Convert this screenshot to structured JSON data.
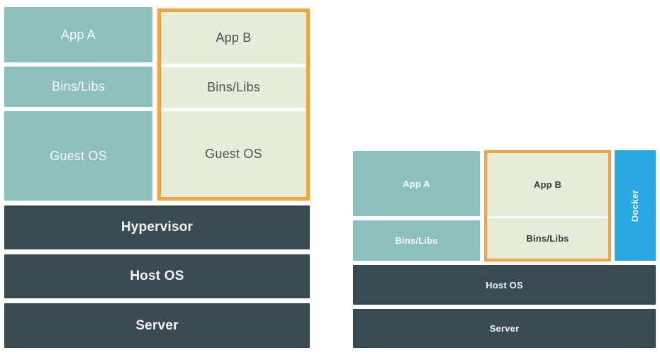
{
  "colors": {
    "teal_block": "#8dbfbd",
    "green_block": "#e6eedb",
    "orange_highlight": "#f0a33e",
    "slate_layer": "#3a4a52",
    "docker_blue": "#29a9e0",
    "background": "#ffffff",
    "light_text": "#ffffff",
    "dark_text": "#49564f"
  },
  "vm_diagram": {
    "vm1": {
      "app": "App A",
      "bins": "Bins/Libs",
      "os": "Guest OS"
    },
    "vm2": {
      "app": "App B",
      "bins": "Bins/Libs",
      "os": "Guest OS"
    },
    "layers": {
      "hypervisor": "Hypervisor",
      "host_os": "Host OS",
      "server": "Server"
    }
  },
  "docker_diagram": {
    "container_a": {
      "app": "App A",
      "bins": "Bins/Libs"
    },
    "container_b": {
      "app": "App B",
      "bins": "Bins/Libs"
    },
    "engine_label": "Docker",
    "layers": {
      "host_os": "Host OS",
      "server": "Server"
    }
  }
}
